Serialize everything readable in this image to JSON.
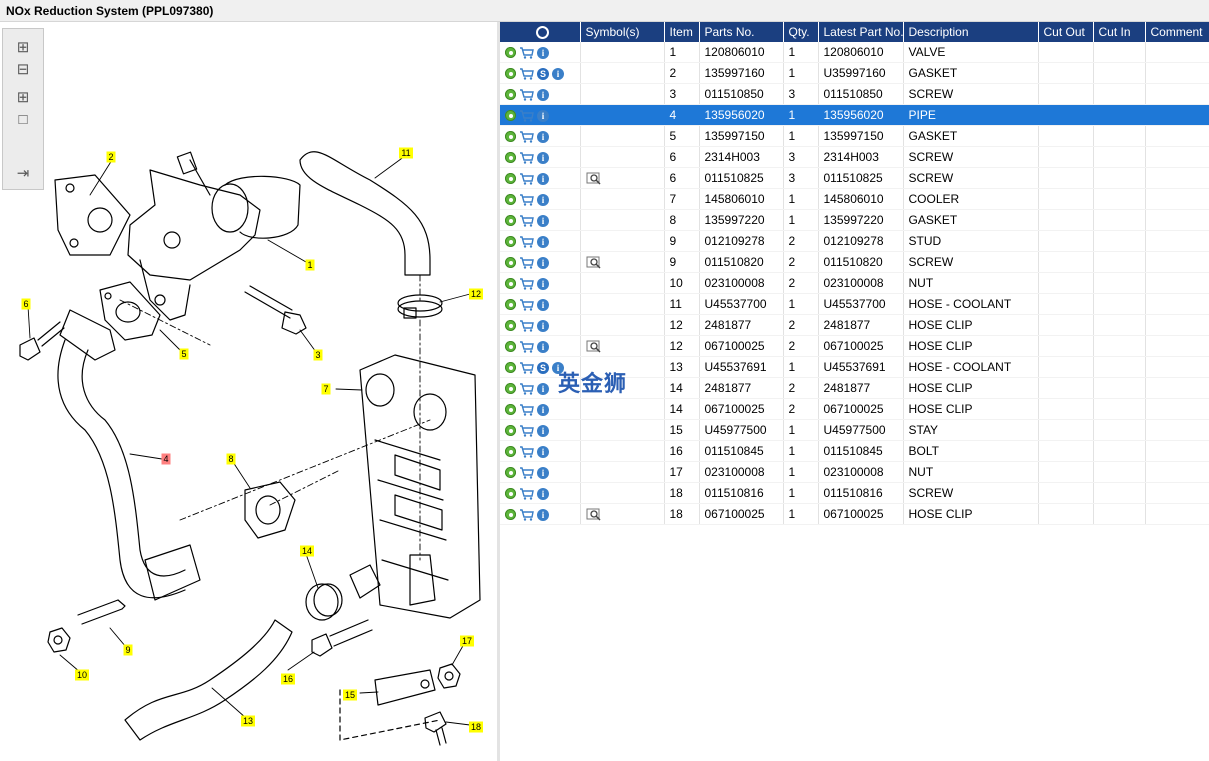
{
  "window": {
    "title": "NOx Reduction System (PPL097380)"
  },
  "watermark": "英金狮",
  "columns": [
    "",
    "Symbol(s)",
    "Item",
    "Parts No.",
    "Qty.",
    "Latest Part No.",
    "Description",
    "Cut Out",
    "Cut In",
    "Comment"
  ],
  "selected_index": 3,
  "rows": [
    {
      "s": false,
      "m": false,
      "item": "1",
      "part": "120806010",
      "qty": "1",
      "latest": "120806010",
      "desc": "VALVE"
    },
    {
      "s": true,
      "m": false,
      "item": "2",
      "part": "135997160",
      "qty": "1",
      "latest": "U35997160",
      "desc": "GASKET"
    },
    {
      "s": false,
      "m": false,
      "item": "3",
      "part": "011510850",
      "qty": "3",
      "latest": "011510850",
      "desc": "SCREW"
    },
    {
      "s": false,
      "m": false,
      "item": "4",
      "part": "135956020",
      "qty": "1",
      "latest": "135956020",
      "desc": "PIPE"
    },
    {
      "s": false,
      "m": false,
      "item": "5",
      "part": "135997150",
      "qty": "1",
      "latest": "135997150",
      "desc": "GASKET"
    },
    {
      "s": false,
      "m": false,
      "item": "6",
      "part": "2314H003",
      "qty": "3",
      "latest": "2314H003",
      "desc": "SCREW"
    },
    {
      "s": false,
      "m": true,
      "item": "6",
      "part": "011510825",
      "qty": "3",
      "latest": "011510825",
      "desc": "SCREW"
    },
    {
      "s": false,
      "m": false,
      "item": "7",
      "part": "145806010",
      "qty": "1",
      "latest": "145806010",
      "desc": "COOLER"
    },
    {
      "s": false,
      "m": false,
      "item": "8",
      "part": "135997220",
      "qty": "1",
      "latest": "135997220",
      "desc": "GASKET"
    },
    {
      "s": false,
      "m": false,
      "item": "9",
      "part": "012109278",
      "qty": "2",
      "latest": "012109278",
      "desc": "STUD"
    },
    {
      "s": false,
      "m": true,
      "item": "9",
      "part": "011510820",
      "qty": "2",
      "latest": "011510820",
      "desc": "SCREW"
    },
    {
      "s": false,
      "m": false,
      "item": "10",
      "part": "023100008",
      "qty": "2",
      "latest": "023100008",
      "desc": "NUT"
    },
    {
      "s": false,
      "m": false,
      "item": "11",
      "part": "U45537700",
      "qty": "1",
      "latest": "U45537700",
      "desc": "HOSE - COOLANT"
    },
    {
      "s": false,
      "m": false,
      "item": "12",
      "part": "2481877",
      "qty": "2",
      "latest": "2481877",
      "desc": "HOSE CLIP"
    },
    {
      "s": false,
      "m": true,
      "item": "12",
      "part": "067100025",
      "qty": "2",
      "latest": "067100025",
      "desc": "HOSE CLIP"
    },
    {
      "s": true,
      "m": false,
      "item": "13",
      "part": "U45537691",
      "qty": "1",
      "latest": "U45537691",
      "desc": "HOSE - COOLANT"
    },
    {
      "s": false,
      "m": false,
      "item": "14",
      "part": "2481877",
      "qty": "2",
      "latest": "2481877",
      "desc": "HOSE CLIP"
    },
    {
      "s": false,
      "m": false,
      "item": "14",
      "part": "067100025",
      "qty": "2",
      "latest": "067100025",
      "desc": "HOSE CLIP"
    },
    {
      "s": false,
      "m": false,
      "item": "15",
      "part": "U45977500",
      "qty": "1",
      "latest": "U45977500",
      "desc": "STAY"
    },
    {
      "s": false,
      "m": false,
      "item": "16",
      "part": "011510845",
      "qty": "1",
      "latest": "011510845",
      "desc": "BOLT"
    },
    {
      "s": false,
      "m": false,
      "item": "17",
      "part": "023100008",
      "qty": "1",
      "latest": "023100008",
      "desc": "NUT"
    },
    {
      "s": false,
      "m": false,
      "item": "18",
      "part": "011510816",
      "qty": "1",
      "latest": "011510816",
      "desc": "SCREW"
    },
    {
      "s": false,
      "m": true,
      "item": "18",
      "part": "067100025",
      "qty": "1",
      "latest": "067100025",
      "desc": "HOSE CLIP"
    }
  ],
  "row_icons": {
    "gear": "gear-icon",
    "cart": "cart-icon",
    "info": "info-icon",
    "s": "s-symbol-icon",
    "magnifier": "magnifier-icon"
  },
  "toolbar_icons": [
    "zoom-in-icon",
    "zoom-out-icon",
    "fit-page-icon",
    "actual-size-icon",
    "panel-toggle-icon"
  ],
  "callouts": [
    "1",
    "2",
    "3",
    "4",
    "5",
    "6",
    "7",
    "8",
    "9",
    "10",
    "11",
    "12",
    "13",
    "14",
    "15",
    "16",
    "17",
    "18"
  ],
  "colors": {
    "header": "#1b3f80",
    "selected": "#1e78d7",
    "callout": "#ffff00",
    "callout_selected": "#ff8080"
  }
}
